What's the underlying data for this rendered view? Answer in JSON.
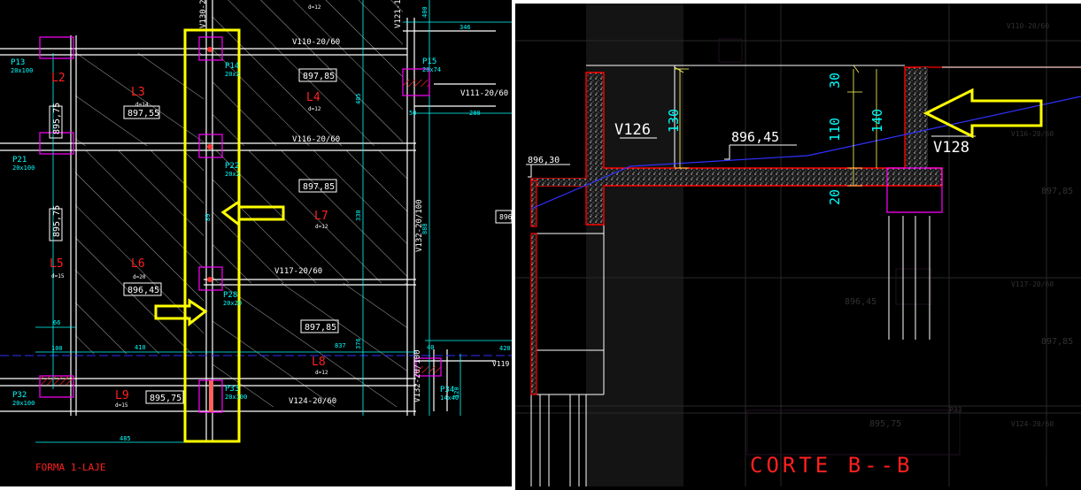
{
  "left_panel": {
    "caption": "FORMA 1-LAJE",
    "beams": {
      "v110": "V110-20/60",
      "v116": "V116-20/60",
      "v117": "V117-20/60",
      "v124": "V124-20/60",
      "v111": "V111-20/60",
      "v132": "V132-20/100",
      "v130": "V130-2",
      "v121": "V121-1",
      "v119": "V119",
      "v132b": "V132-20/100"
    },
    "pillars": {
      "p13": "P13",
      "p13_dim": "20x100",
      "p14": "P14",
      "p14_dim": "20x2",
      "p15": "P15",
      "p15_dim": "20x74",
      "p21": "P21",
      "p21_dim": "20x100",
      "p22": "P22",
      "p22_dim": "20x2",
      "p28": "P28",
      "p28_dim": "20x20",
      "p32": "P32",
      "p32_dim": "20x100",
      "p33": "P33",
      "p33_dim": "20x100",
      "p34": "P34",
      "p34_dim": "14x40"
    },
    "slabs": {
      "l2": "L2",
      "l3": "L3",
      "l3_d": "d=14",
      "l4": "L4",
      "l4_d": "d=12",
      "l5": "L5",
      "l5_d": "d=15",
      "l6": "L6",
      "l6_d": "d=20",
      "l7": "L7",
      "l7_d": "d=12",
      "l8": "L8",
      "l8_d": "d=12",
      "l9": "L9",
      "l9_d": "d=15"
    },
    "levels": {
      "a": "897,85",
      "b": "897,55",
      "c": "897,85",
      "d": "895,75",
      "e": "896,45",
      "f": "897,85",
      "g": "895,75",
      "h": "895,75"
    },
    "dims": {
      "d12": "d=12",
      "d400": "400",
      "d346": "346",
      "d50": "50",
      "d280": "280",
      "d405": "405",
      "d888": "888",
      "d837": "837",
      "d410": "410",
      "d100": "100",
      "d66": "66",
      "d120": "120",
      "d485": "485",
      "d40": "40",
      "d420": "420",
      "d330": "330",
      "d376": "376",
      "d89": "89",
      "d896": "896"
    }
  },
  "right_panel": {
    "caption": "CORTE B--B",
    "labels": {
      "v126": "V126",
      "v128": "V128",
      "lvl_main": "896,45",
      "lvl_left": "896,30",
      "dim130": "130",
      "dim30": "30",
      "dim110": "110",
      "dim140": "140",
      "dim20": "20"
    },
    "bg_texts": {
      "a": "V110-20/60",
      "b": "V116-20/60",
      "c": "V117-20/60",
      "d": "V124-20/60",
      "e": "895,75",
      "f": "896,45",
      "g": "897,85",
      "h": "897,85",
      "i": "P33"
    }
  },
  "colors": {
    "highlight": "#ffff00",
    "cyan": "#00ffff",
    "red": "#ff0000",
    "white": "#ffffff",
    "magenta": "#ff00ff",
    "blue": "#2020ff",
    "green": "#00ff00"
  }
}
